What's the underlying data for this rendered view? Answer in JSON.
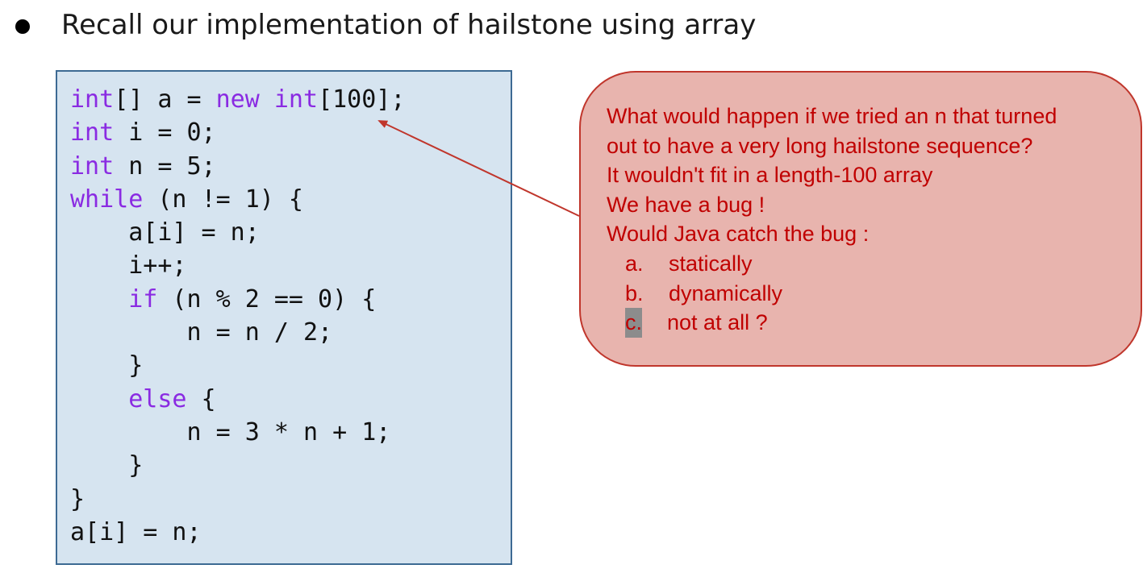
{
  "bullet": {
    "text": "Recall our implementation of hailstone using array"
  },
  "code": {
    "lines": [
      [
        {
          "t": "int",
          "kw": true
        },
        {
          "t": "[] a = "
        },
        {
          "t": "new",
          "kw": true
        },
        {
          "t": " "
        },
        {
          "t": "int",
          "kw": true
        },
        {
          "t": "[100];"
        }
      ],
      [
        {
          "t": "int",
          "kw": true
        },
        {
          "t": " i = 0;"
        }
      ],
      [
        {
          "t": "int",
          "kw": true
        },
        {
          "t": " n = 5;"
        }
      ],
      [
        {
          "t": "while",
          "kw": true
        },
        {
          "t": " (n != 1) {"
        }
      ],
      [
        {
          "t": "    a[i] = n;"
        }
      ],
      [
        {
          "t": "    i++;"
        }
      ],
      [
        {
          "t": "    "
        },
        {
          "t": "if",
          "kw": true
        },
        {
          "t": " (n % 2 == 0) {"
        }
      ],
      [
        {
          "t": "        n = n / 2;"
        }
      ],
      [
        {
          "t": "    }"
        }
      ],
      [
        {
          "t": "    "
        },
        {
          "t": "else",
          "kw": true
        },
        {
          "t": " {"
        }
      ],
      [
        {
          "t": "        n = 3 * n + 1;"
        }
      ],
      [
        {
          "t": "    }"
        }
      ],
      [
        {
          "t": "}"
        }
      ],
      [
        {
          "t": "a[i] = n;"
        }
      ]
    ]
  },
  "callout": {
    "line1": "What would happen if we tried an n that turned",
    "line2": "out to have a very long hailstone sequence?",
    "line3": "It wouldn't fit in a length-100 array",
    "line4": "We have a bug !",
    "line5": "Would Java catch the bug :",
    "options": [
      {
        "letter": "a.",
        "text": "statically",
        "highlighted": false
      },
      {
        "letter": "b.",
        "text": "dynamically",
        "highlighted": false
      },
      {
        "letter": "c.",
        "text": "not at all ?",
        "highlighted": true
      }
    ]
  },
  "colors": {
    "keyword": "#8a2be2",
    "code_bg": "#d6e4f0",
    "callout_bg": "#e8b4ae",
    "callout_text": "#c00000",
    "arrow": "#c0362c"
  }
}
